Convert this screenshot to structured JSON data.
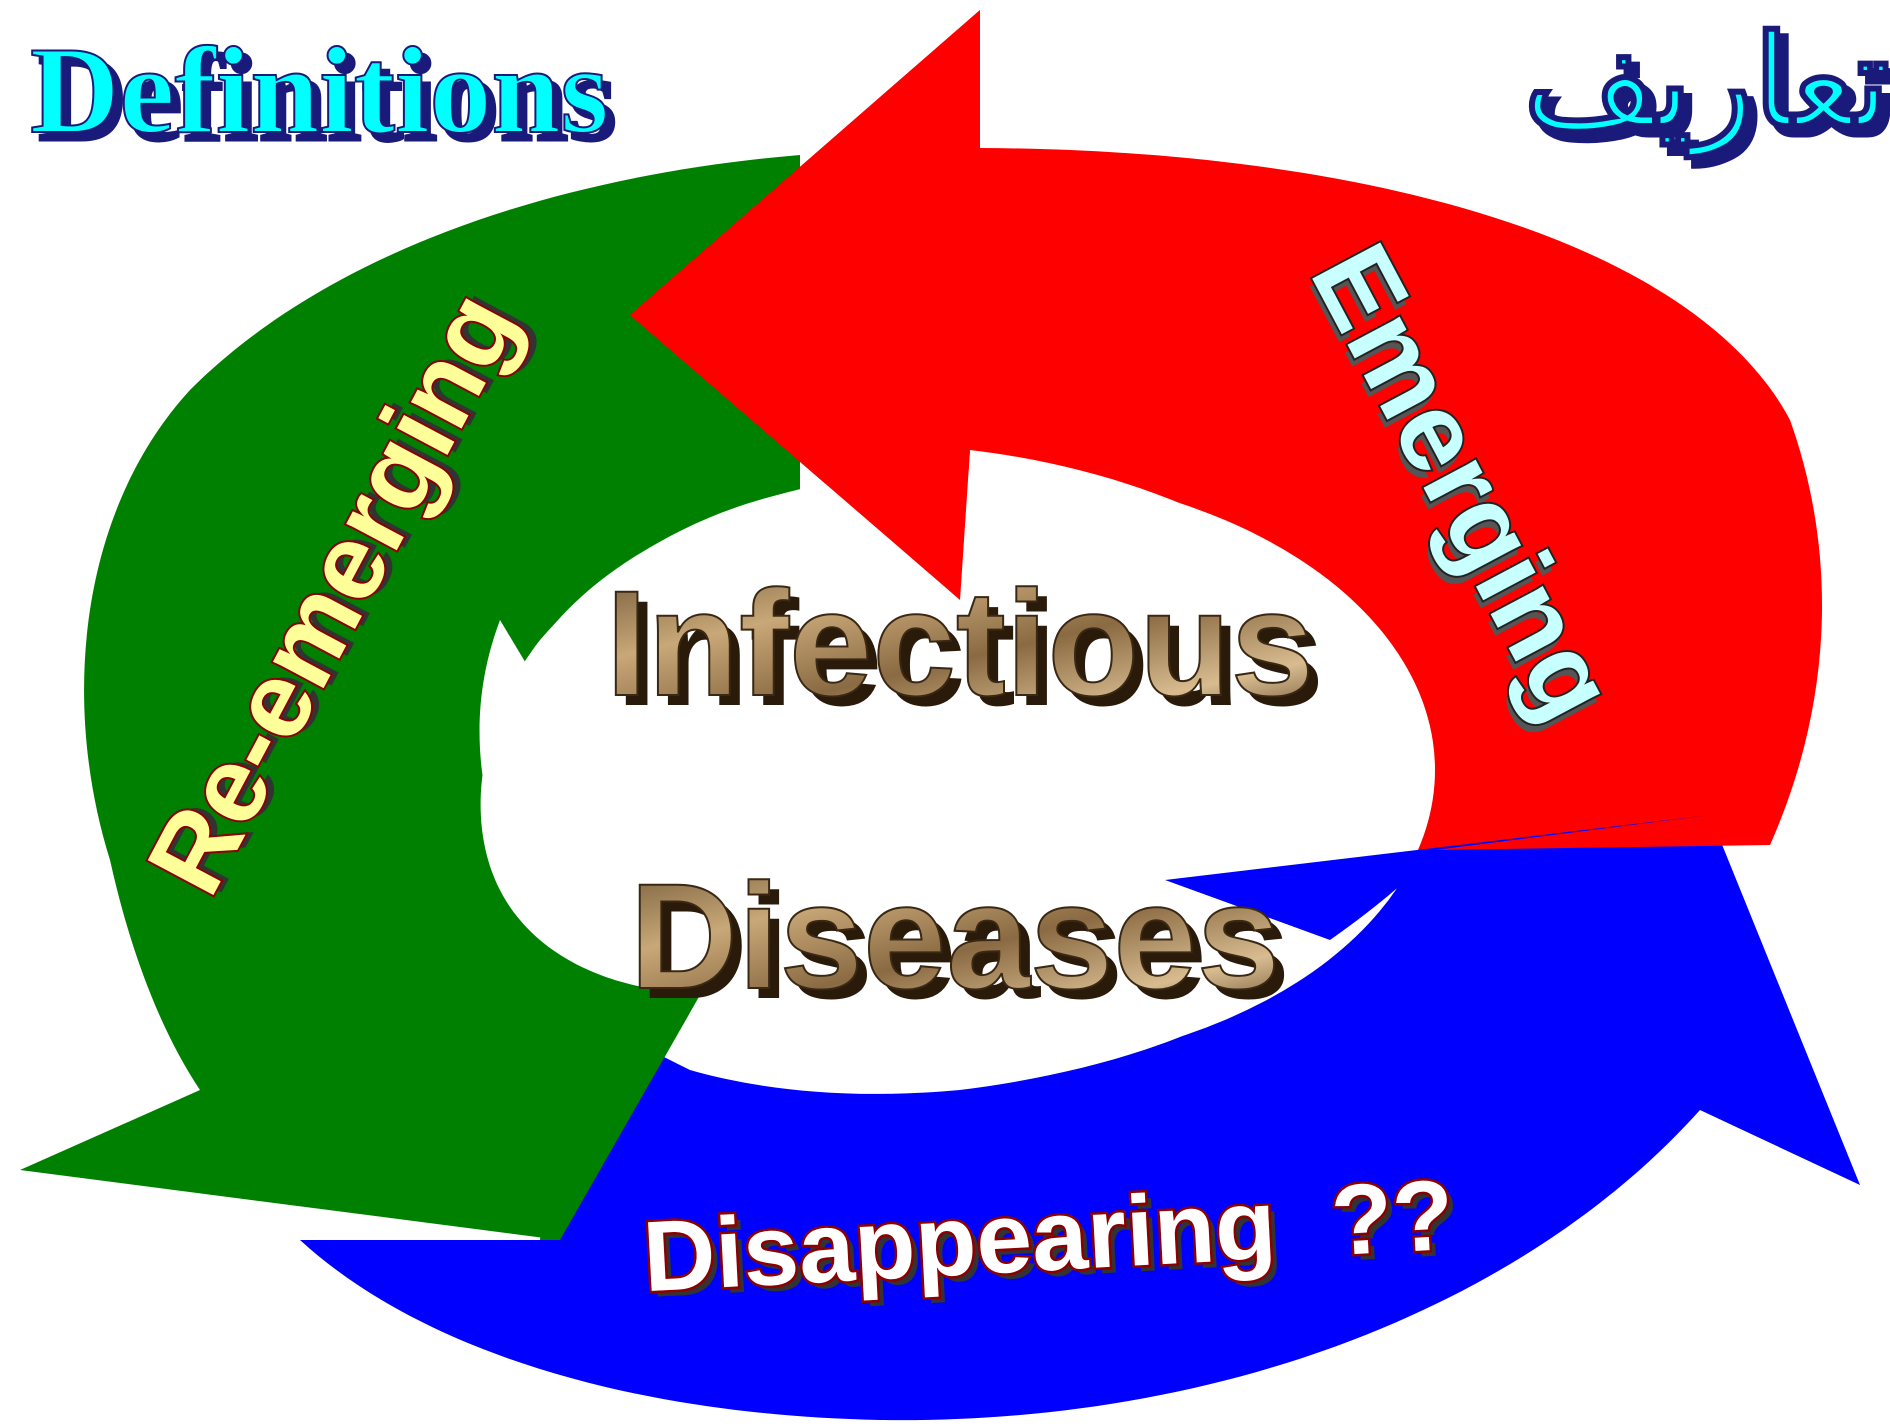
{
  "slide": {
    "title_en": "Definitions",
    "title_ar": "تعاريف"
  },
  "cycle": {
    "center_line1": "Infectious",
    "center_line2": "Diseases",
    "stages": {
      "emerging": "Emerging",
      "reemerging": "Re-emerging",
      "disappearing": "Disappearing  ??"
    }
  },
  "colors": {
    "title": "#00ffff",
    "title_shadow": "#1a1a7a",
    "emerging_arrow": "#ff0000",
    "reemerging_arrow": "#008000",
    "disappearing_arrow": "#0000ff",
    "emerging_text": "#c8ffff",
    "reemerging_text": "#ffff99",
    "disappearing_text": "#ffffff",
    "wordart_outline": "#8b0000",
    "center_text": "#a0825a"
  }
}
